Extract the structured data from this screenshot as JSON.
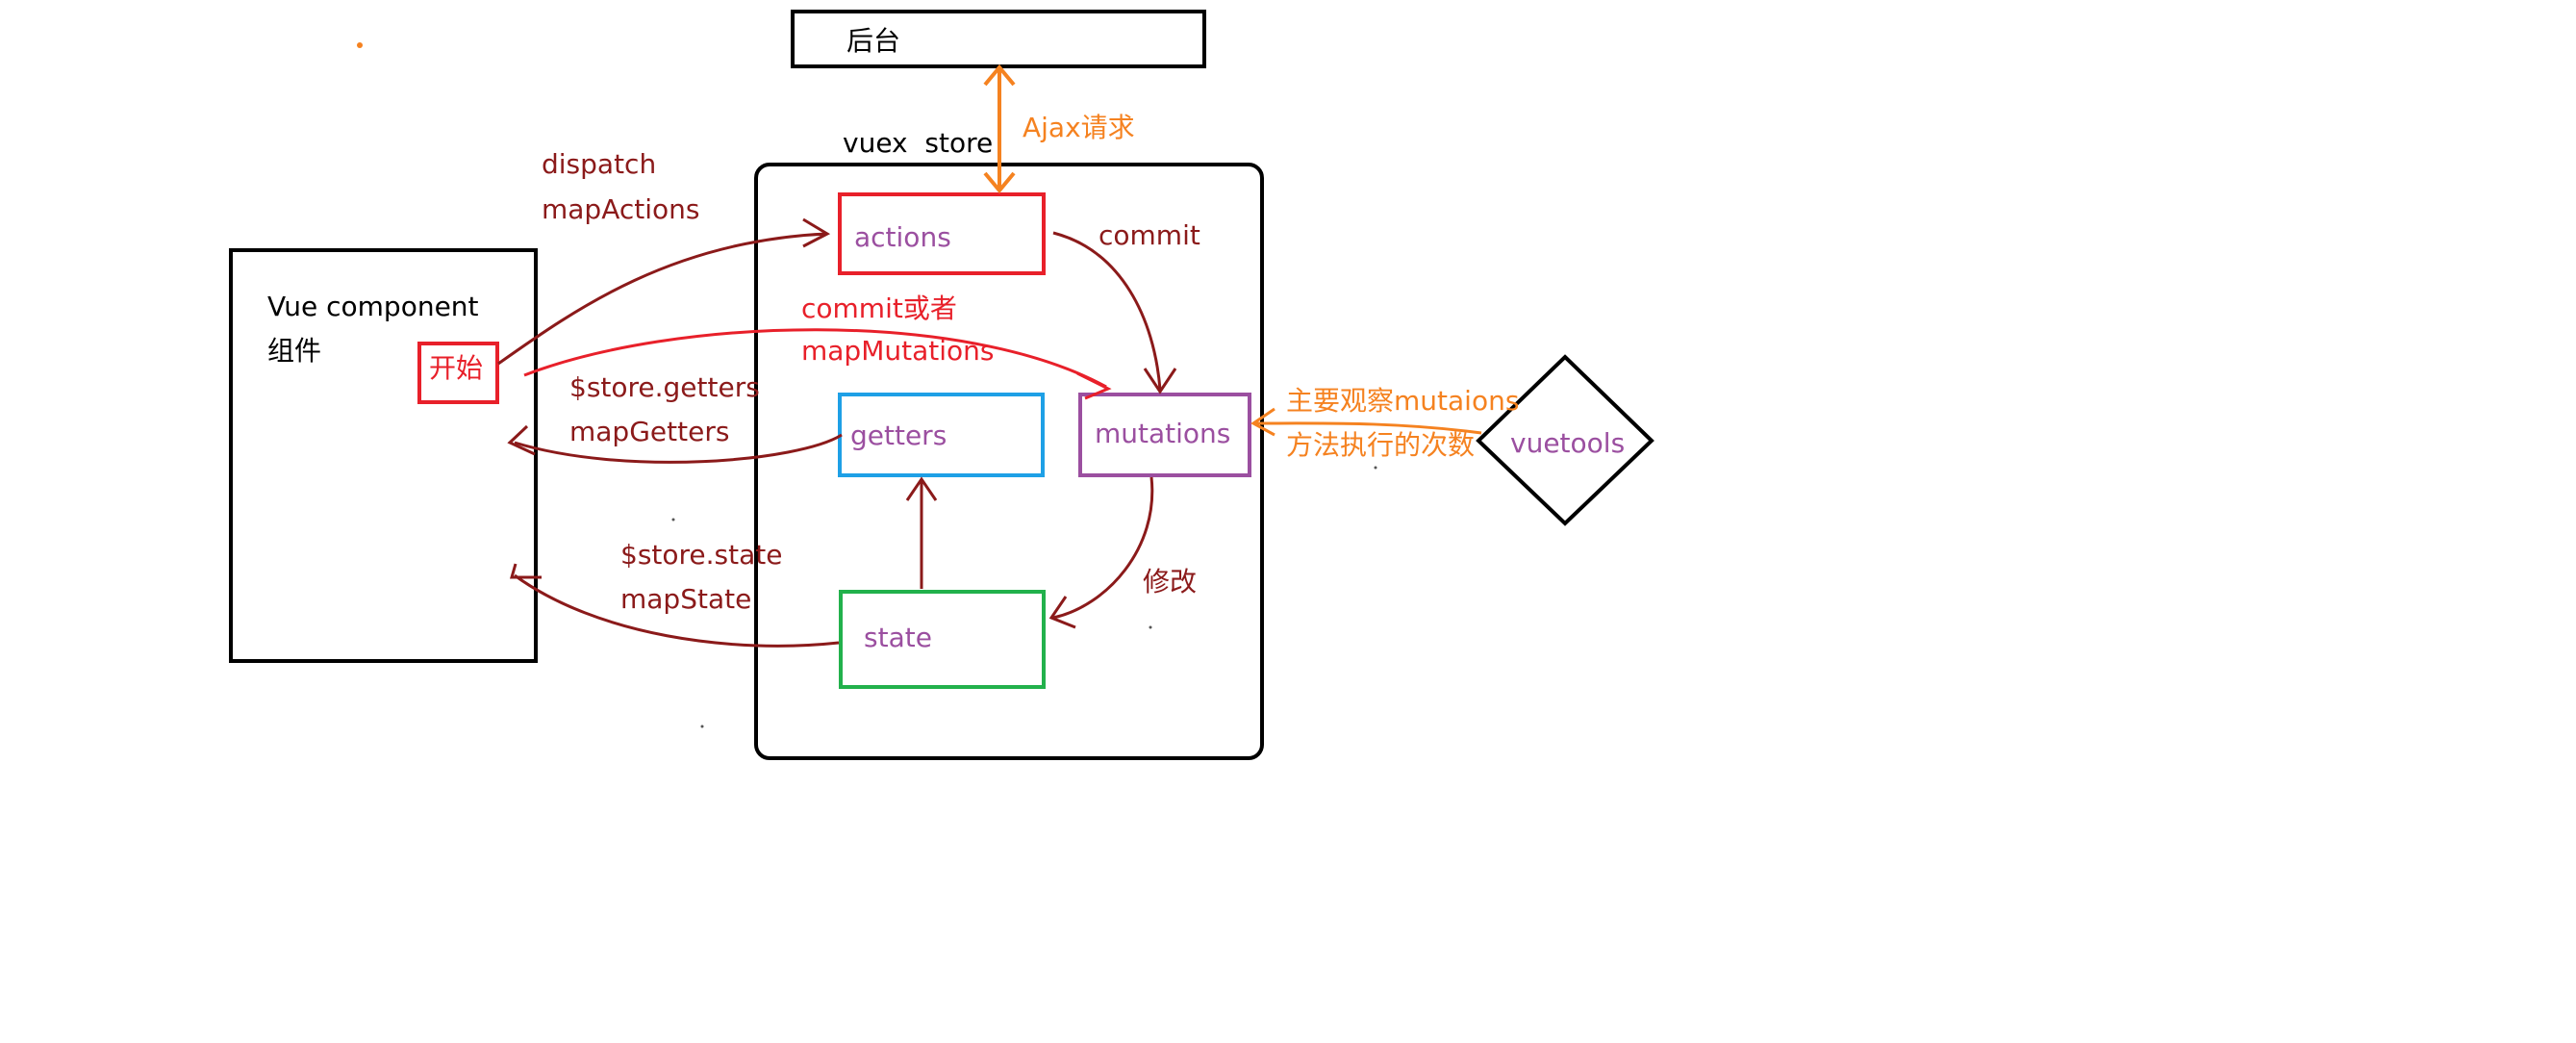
{
  "colors": {
    "black": "#000000",
    "red": "#e8202a",
    "darkred": "#8b1a1a",
    "orange": "#f58220",
    "purple": "#9b4fa0",
    "blue": "#1ea0e6",
    "green": "#22b14c"
  },
  "backend": {
    "label": "后台"
  },
  "store": {
    "label": "vuex  store"
  },
  "component": {
    "line1": "Vue component",
    "line2": "组件",
    "start": "开始"
  },
  "nodes": {
    "actions": "actions",
    "getters": "getters",
    "mutations": "mutations",
    "state": "state",
    "vuetools": "vuetools"
  },
  "edges": {
    "ajax": "Ajax请求",
    "dispatch_line1": "dispatch",
    "dispatch_line2": "mapActions",
    "commit": "commit",
    "commit_or_line1": "commit或者",
    "commit_or_line2": "mapMutations",
    "getters_line1": "$store.getters",
    "getters_line2": "mapGetters",
    "state_line1": "$store.state",
    "state_line2": "mapState",
    "modify": "修改",
    "observe_line1": "主要观察mutaions",
    "observe_line2": "方法执行的次数"
  }
}
